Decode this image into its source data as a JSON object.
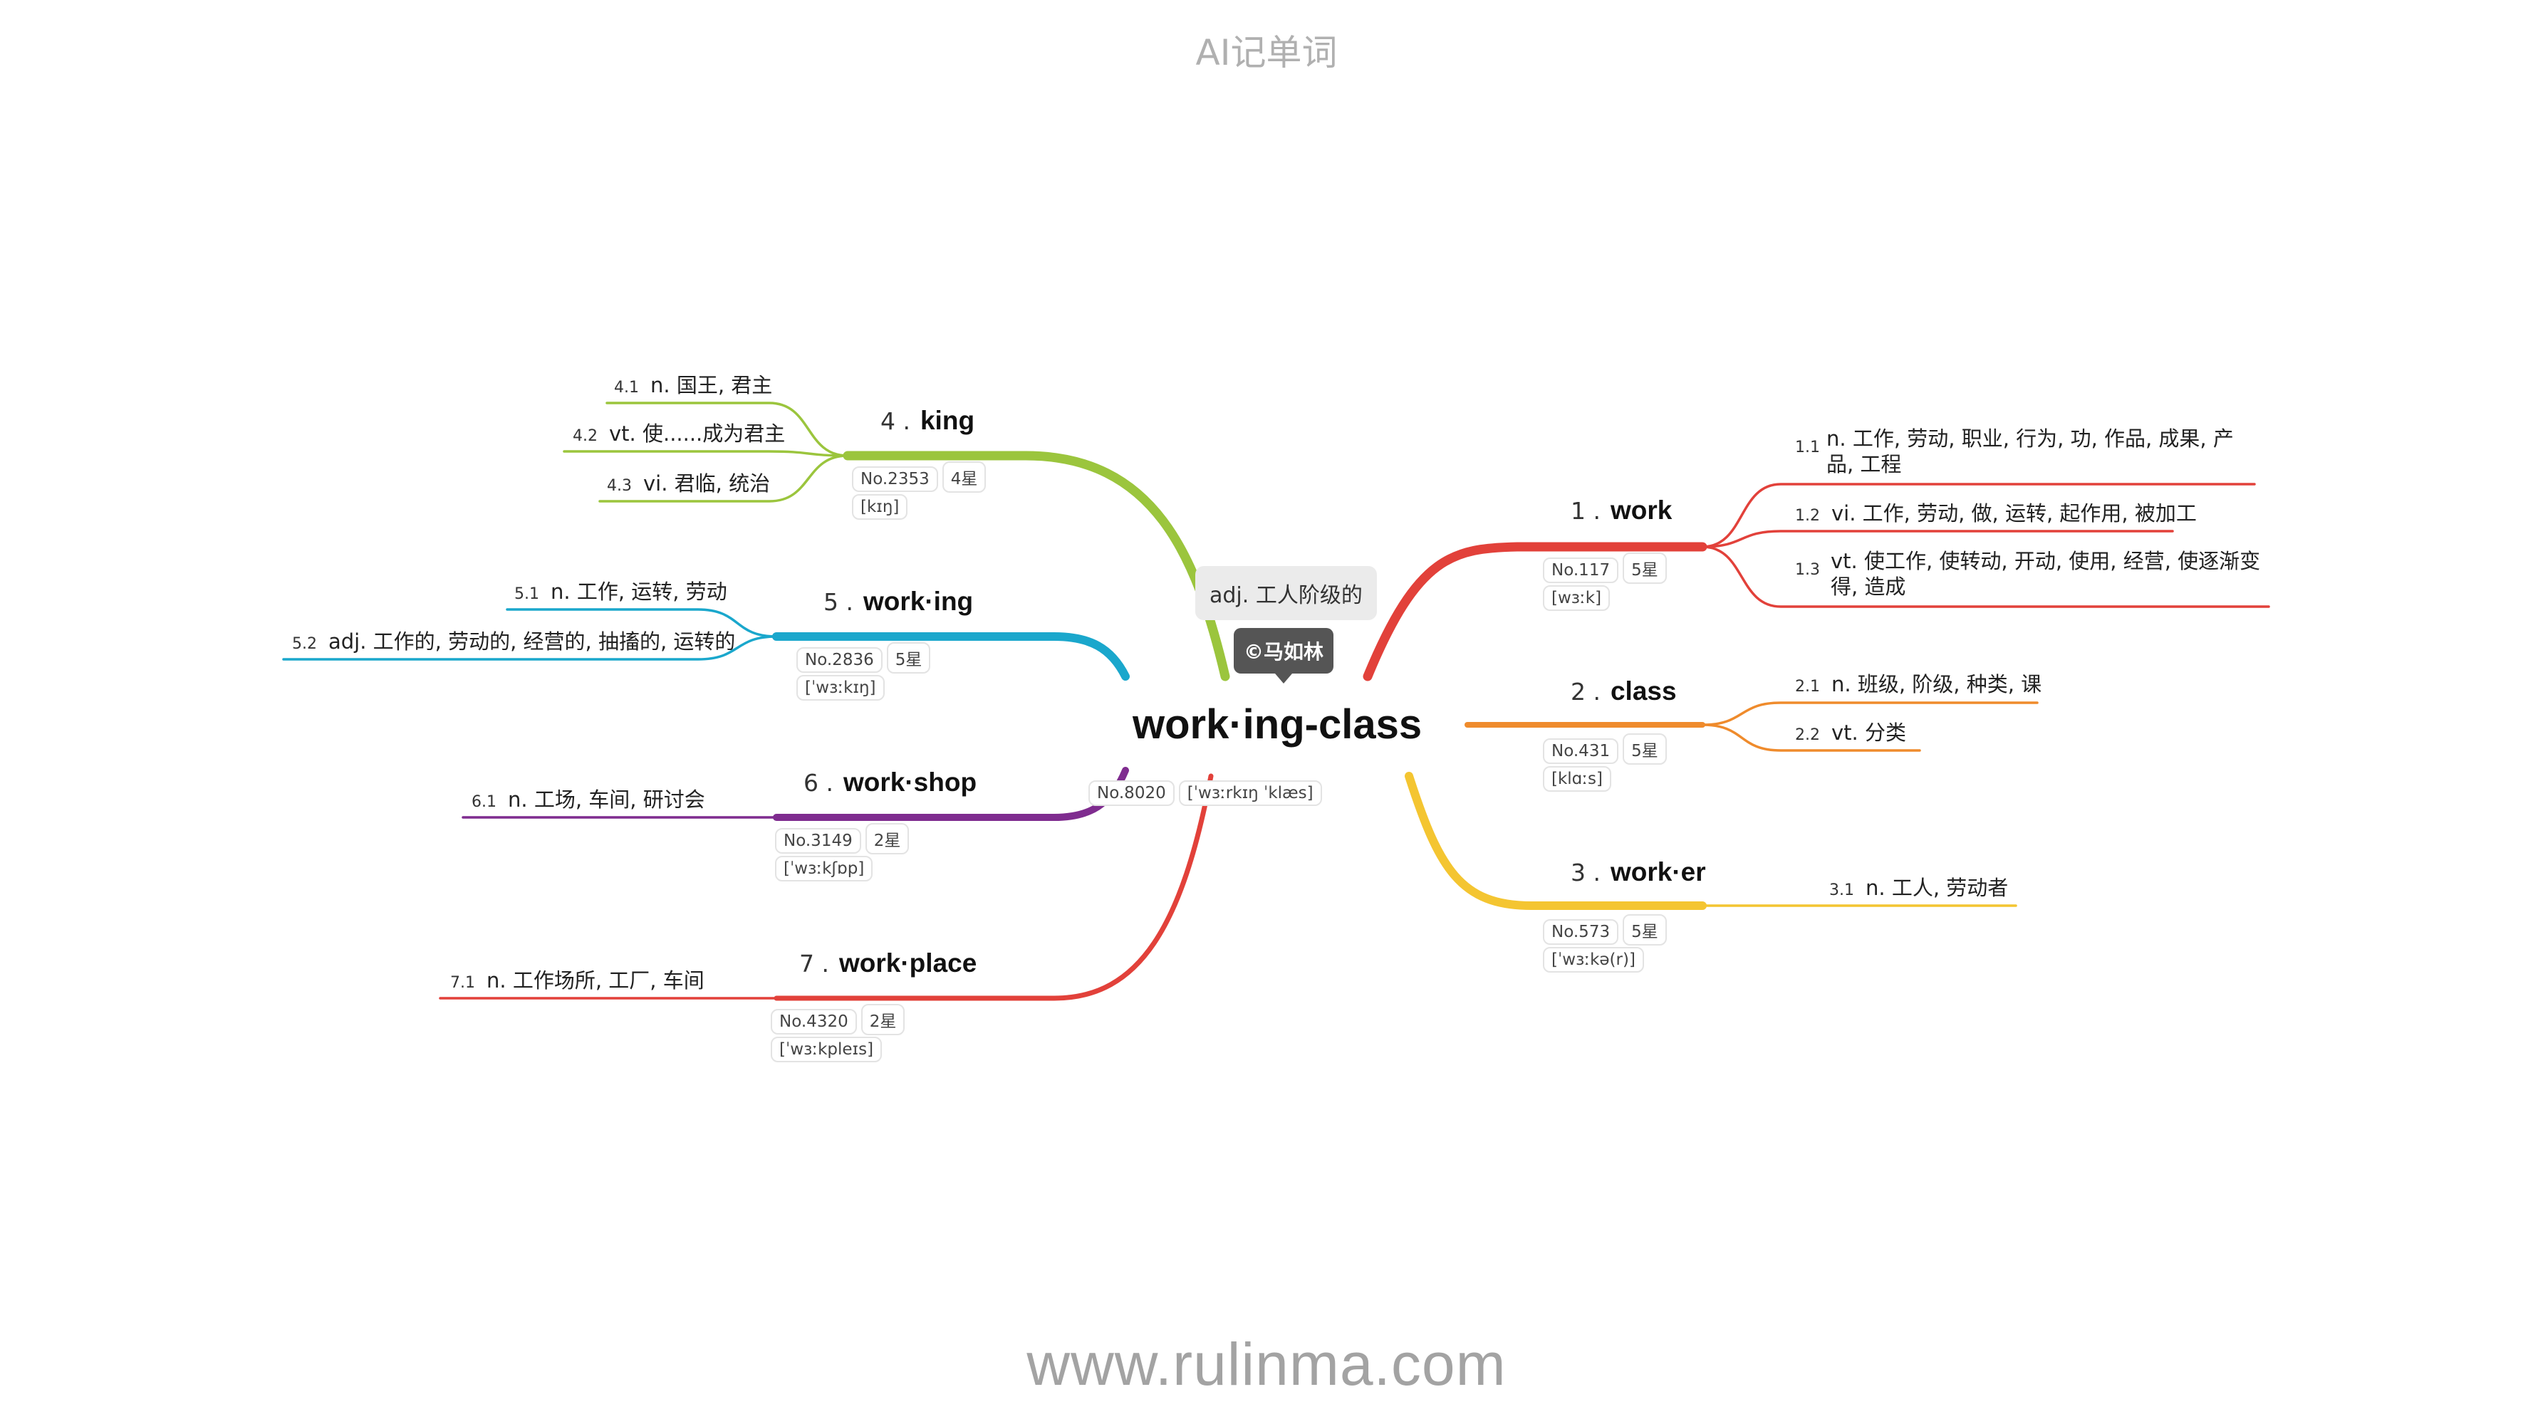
{
  "header": {
    "title": "AI记单词"
  },
  "footer": {
    "url": "www.rulinma.com"
  },
  "center": {
    "word": "work·ing-class",
    "meaning": "adj. 工人阶级的",
    "copyright": "©马如林",
    "number": "No.8020",
    "phonetic": "[ˈwɜːrkɪŋ ˈklæs]"
  },
  "branches": [
    {
      "index": "1 .",
      "word": "work",
      "number": "No.117",
      "stars": "5星",
      "phonetic": "[wɜːk]",
      "color": "#e2413a",
      "senses": [
        {
          "num": "1.1",
          "text": "n. 工作, 劳动, 职业, 行为, 功, 作品, 成果, 产品, 工程"
        },
        {
          "num": "1.2",
          "text": "vi. 工作, 劳动, 做, 运转, 起作用, 被加工"
        },
        {
          "num": "1.3",
          "text": "vt. 使工作, 使转动, 开动, 使用, 经营, 使逐渐变得, 造成"
        }
      ]
    },
    {
      "index": "2 .",
      "word": "class",
      "number": "No.431",
      "stars": "5星",
      "phonetic": "[klɑːs]",
      "color": "#ef8b2c",
      "senses": [
        {
          "num": "2.1",
          "text": "n. 班级, 阶级, 种类, 课"
        },
        {
          "num": "2.2",
          "text": "vt. 分类"
        }
      ]
    },
    {
      "index": "3 .",
      "word": "work·er",
      "number": "No.573",
      "stars": "5星",
      "phonetic": "[ˈwɜːkə(r)]",
      "color": "#f4c531",
      "senses": [
        {
          "num": "3.1",
          "text": "n. 工人, 劳动者"
        }
      ]
    },
    {
      "index": "4 .",
      "word": "king",
      "number": "No.2353",
      "stars": "4星",
      "phonetic": "[kɪŋ]",
      "color": "#9bc53d",
      "senses": [
        {
          "num": "4.1",
          "text": "n. 国王, 君主"
        },
        {
          "num": "4.2",
          "text": "vt. 使......成为君主"
        },
        {
          "num": "4.3",
          "text": "vi. 君临, 统治"
        }
      ]
    },
    {
      "index": "5 .",
      "word": "work·ing",
      "number": "No.2836",
      "stars": "5星",
      "phonetic": "[ˈwɜːkɪŋ]",
      "color": "#1aa7cc",
      "senses": [
        {
          "num": "5.1",
          "text": "n. 工作, 运转, 劳动"
        },
        {
          "num": "5.2",
          "text": "adj. 工作的, 劳动的, 经营的, 抽搐的, 运转的"
        }
      ]
    },
    {
      "index": "6 .",
      "word": "work·shop",
      "number": "No.3149",
      "stars": "2星",
      "phonetic": "[ˈwɜːkʃɒp]",
      "color": "#7f2c8f",
      "senses": [
        {
          "num": "6.1",
          "text": "n. 工场, 车间, 研讨会"
        }
      ]
    },
    {
      "index": "7 .",
      "word": "work·place",
      "number": "No.4320",
      "stars": "2星",
      "phonetic": "[ˈwɜːkpleɪs]",
      "color": "#e2413a",
      "senses": [
        {
          "num": "7.1",
          "text": "n. 工作场所, 工厂, 车间"
        }
      ]
    }
  ]
}
